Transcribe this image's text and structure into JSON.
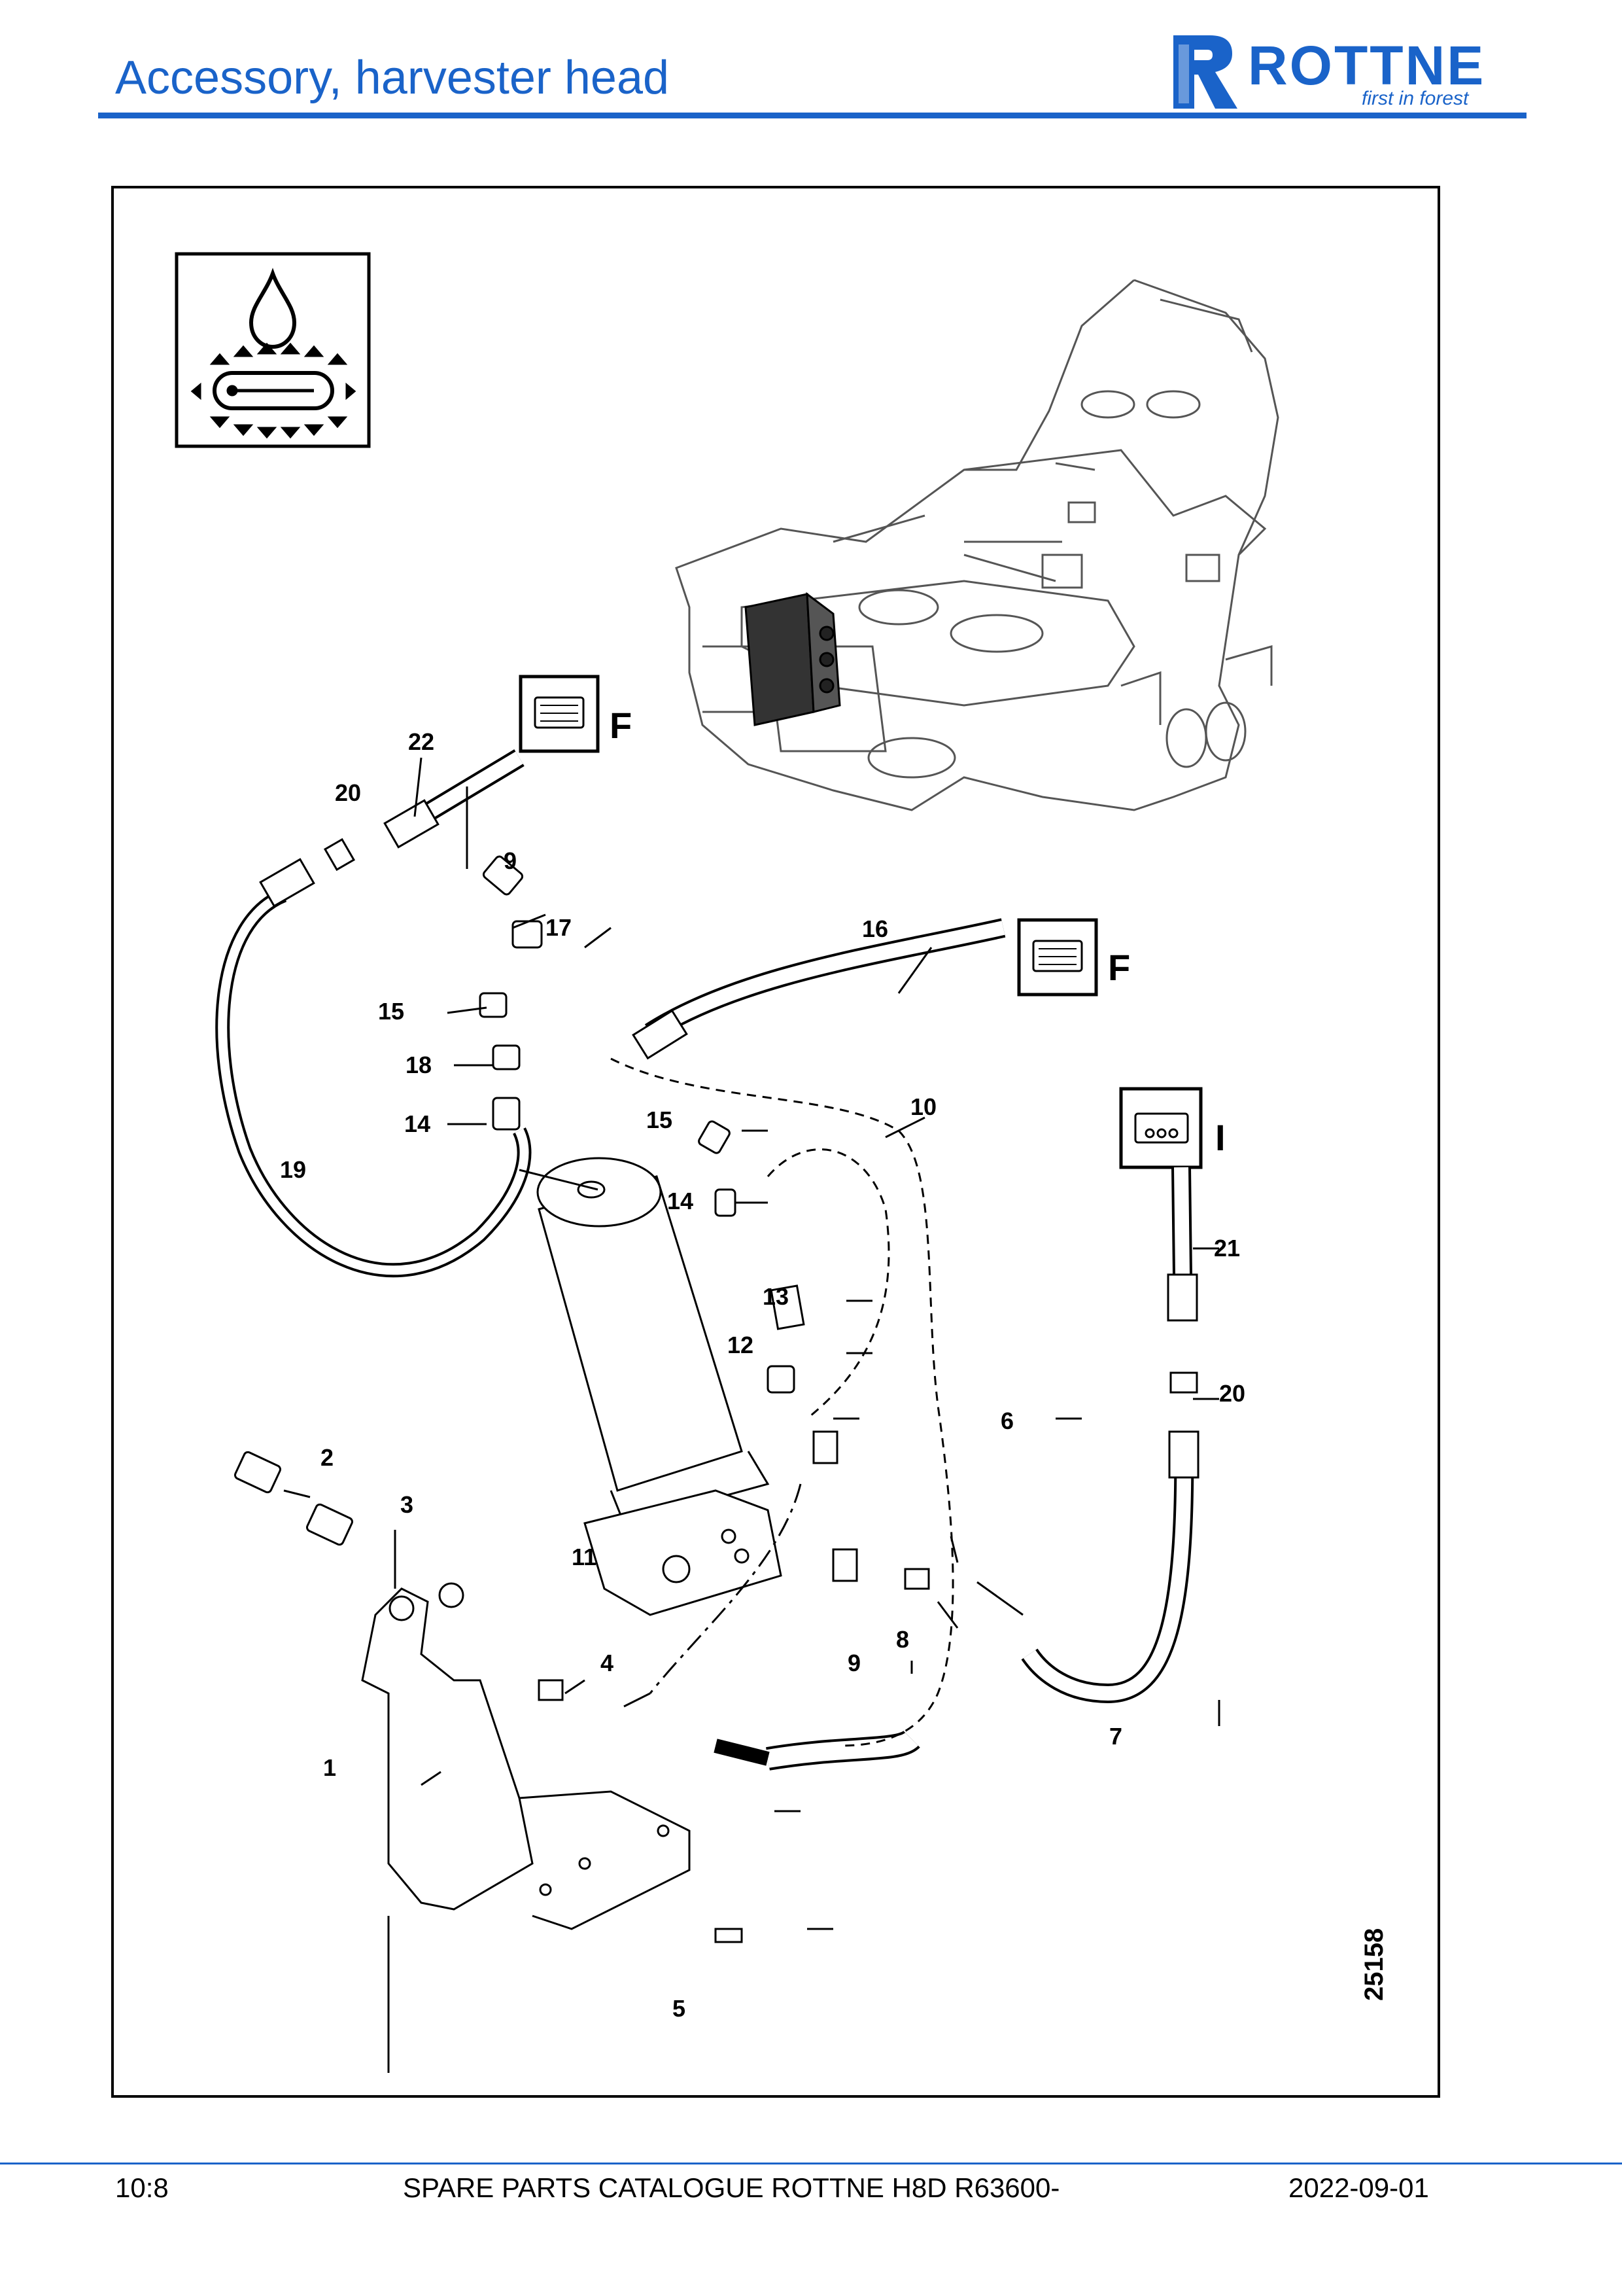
{
  "header": {
    "title": "Accessory, harvester head",
    "brand_color": "#1a63c9"
  },
  "logo": {
    "name": "ROTTNE",
    "tagline": "first in forest"
  },
  "diagram": {
    "drawing_number": "25158",
    "symbol": {
      "icon": "lubrication-chain-symbol"
    },
    "connectors": [
      {
        "letter": "F",
        "icon": "connector-plug-icon"
      },
      {
        "letter": "F",
        "icon": "connector-plug-icon"
      },
      {
        "letter": "I",
        "icon": "connector-plug-icon"
      }
    ],
    "callouts": [
      "1",
      "2",
      "3",
      "4",
      "5",
      "6",
      "7",
      "8",
      "9",
      "9",
      "10",
      "11",
      "12",
      "13",
      "14",
      "14",
      "15",
      "15",
      "16",
      "17",
      "18",
      "19",
      "20",
      "20",
      "21",
      "22"
    ]
  },
  "footer": {
    "page": "10:8",
    "catalogue": "SPARE PARTS CATALOGUE ROTTNE H8D R63600-",
    "date": "2022-09-01"
  }
}
